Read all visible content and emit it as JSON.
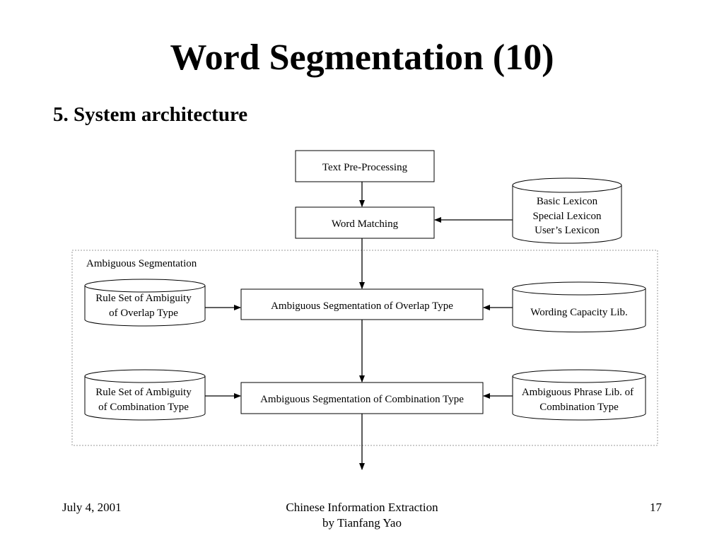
{
  "slide": {
    "title": "Word Segmentation (10)",
    "subtitle": "5. System architecture"
  },
  "diagram": {
    "region_label": "Ambiguous Segmentation",
    "process_text_preprocessing": "Text Pre-Processing",
    "process_word_matching": "Word Matching",
    "process_overlap": "Ambiguous Segmentation of Overlap Type",
    "process_combination": "Ambiguous Segmentation of Combination Type",
    "lexicon_line1": "Basic Lexicon",
    "lexicon_line2": "Special Lexicon",
    "lexicon_line3": "User’s Lexicon",
    "wording_capacity": "Wording Capacity Lib.",
    "rules_overlap_line1": "Rule Set of Ambiguity",
    "rules_overlap_line2": "of Overlap Type",
    "rules_combination_line1": "Rule Set of Ambiguity",
    "rules_combination_line2": "of Combination Type",
    "phrase_lib_line1": "Ambiguous Phrase Lib. of",
    "phrase_lib_line2": "Combination Type"
  },
  "footer": {
    "date": "July 4, 2001",
    "course_line1": "Chinese Information Extraction",
    "course_line2": "by Tianfang Yao",
    "page_number": "17"
  }
}
